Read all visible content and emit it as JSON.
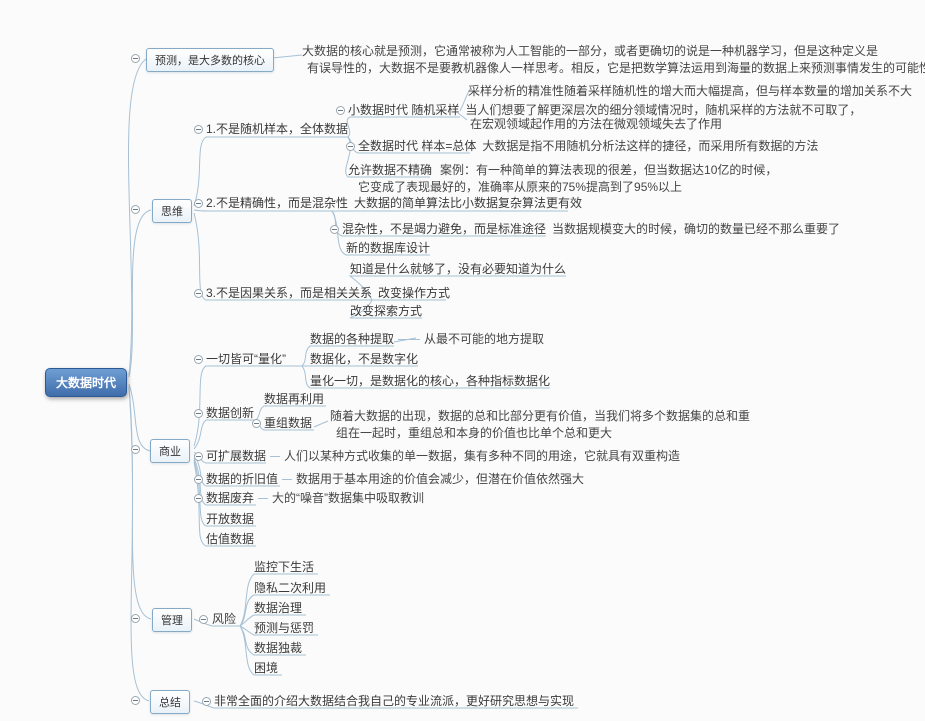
{
  "colors": {
    "edge": "#a6c1d6",
    "root_bg": "#3f6dab",
    "topic_border": "#84aac8",
    "text": "#3a3a3a"
  },
  "root": {
    "label": "大数据时代"
  },
  "prediction": {
    "label": "预测，是大多数的核心",
    "note1": "大数据的核心就是预测，它通常被称为人工智能的一部分，或者更确切的说是一种机器学习，但是这种定义是",
    "note2": "有误导性的，大数据不是要教机器像人一样思考。相反，它是把数学算法运用到海量的数据上来预测事情发生的可能性"
  },
  "thinking": {
    "label": "思维",
    "t1": {
      "label": "1.不是随机样本，全体数据"
    },
    "small_data": {
      "label": "小数据时代  随机采样",
      "note_top": "采样分析的精准性随着采样随机性的增大而大幅提高，但与样本数量的增加关系不大",
      "note1": "当人们想要了解更深层次的细分领域情况时，随机采样的方法就不可取了，",
      "note2": "在宏观领域起作用的方法在微观领域失去了作用"
    },
    "full_data": {
      "label": "全数据时代  样本=总体",
      "note": "大数据是指不用随机分析法这样的捷径，而采用所有数据的方法"
    },
    "imprecise": {
      "label": "允许数据不精确",
      "note1": "案例：有一种简单的算法表现的很差，但当数据达10亿的时候，",
      "note2": "它变成了表现最好的，准确率从原来的75%提高到了95%以上"
    },
    "t2": {
      "label": "2.不是精确性，而是混杂性"
    },
    "simple_algo": {
      "label": "大数据的简单算法比小数据复杂算法更有效"
    },
    "mixed": {
      "label": "混杂性，不是竭力避免，而是标准途径",
      "note": "当数据规模变大的时候，确切的数量已经不那么重要了"
    },
    "new_db": {
      "label": "新的数据库设计"
    },
    "t3": {
      "label": "3.不是因果关系，而是相关关系"
    },
    "know_what": {
      "label": "知道是什么就够了，没有必要知道为什么"
    },
    "change_op": {
      "label": "改变操作方式"
    },
    "change_explore": {
      "label": "改变探索方式"
    }
  },
  "business": {
    "label": "商业",
    "quantify": {
      "label": "一切皆可“量化”"
    },
    "extract": {
      "label": "数据的各种提取",
      "note": "从最不可能的地方提取"
    },
    "datafication": {
      "label": "数据化，不是数字化"
    },
    "quantify_all": {
      "label": "量化一切，是数据化的核心，各种指标数据化"
    },
    "innovation": {
      "label": "数据创新"
    },
    "reuse": {
      "label": "数据再利用"
    },
    "recombine": {
      "label": "重组数据",
      "note1": "随着大数据的出现，数据的总和比部分更有价值，当我们将多个数据集的总和重",
      "note2": "组在一起时，重组总和本身的价值也比单个总和更大"
    },
    "extensible": {
      "label": "可扩展数据",
      "note": "人们以某种方式收集的单一数据，集有多种不同的用途，它就具有双重构造"
    },
    "depreciation": {
      "label": "数据的折旧值",
      "note": "数据用于基本用途的价值会减少，但潜在价值依然强大"
    },
    "exhaust": {
      "label": "数据废弃",
      "note": "大的“噪音”数据集中吸取教训"
    },
    "open_data": {
      "label": "开放数据"
    },
    "valuation": {
      "label": "估值数据"
    }
  },
  "management": {
    "label": "管理",
    "risk": {
      "label": "风险"
    },
    "items": [
      "监控下生活",
      "隐私二次利用",
      "数据治理",
      "预测与惩罚",
      "数据独裁",
      "困境"
    ]
  },
  "summary": {
    "label": "总结",
    "note": "非常全面的介绍大数据结合我自己的专业流派，更好研究思想与实现"
  }
}
